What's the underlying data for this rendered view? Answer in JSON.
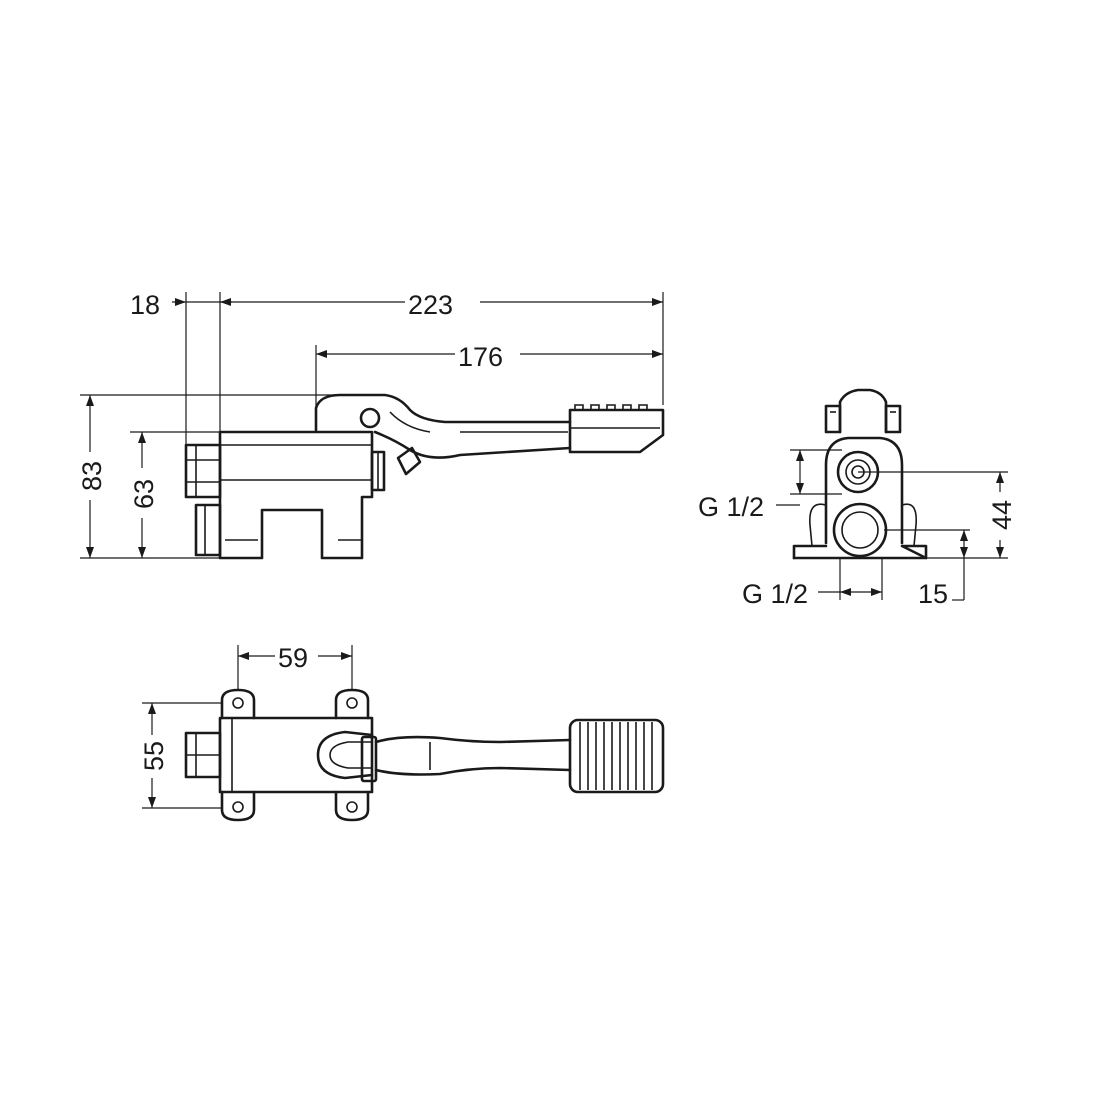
{
  "dimensions": {
    "side_view": {
      "d18": "18",
      "d223": "223",
      "d176": "176",
      "d83": "83",
      "d63": "63"
    },
    "end_view": {
      "thread_top": "G 1/2",
      "thread_bottom": "G 1/2",
      "d44": "44",
      "d15": "15"
    },
    "top_view": {
      "d59": "59",
      "d55": "55"
    }
  }
}
